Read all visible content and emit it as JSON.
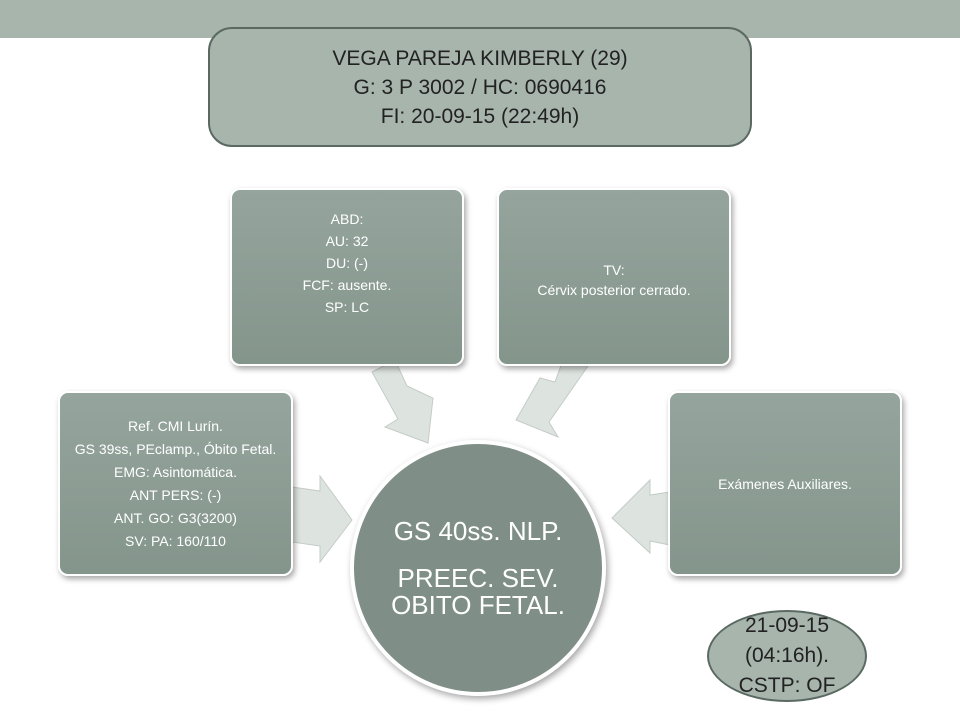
{
  "patient": {
    "name_line": "VEGA PAREJA KIMBERLY (29)",
    "obstetric_line": "G: 3 P 3002 / HC: 0690416",
    "admission_line": "FI: 20-09-15 (22:49h)"
  },
  "center": {
    "line1": "GS 40ss. NLP.",
    "line2": "PREEC. SEV. OBITO FETAL."
  },
  "cards": {
    "referral": [
      "Ref. CMI Lurín.",
      "GS 39ss, PEclamp., Óbito Fetal.",
      "EMG: Asintomática.",
      "ANT PERS: (-)",
      "ANT. GO: G3(3200)",
      "SV: PA: 160/110"
    ],
    "abdomen": [
      "ABD:",
      "AU: 32",
      "DU: (-)",
      "FCF: ausente.",
      "SP: LC"
    ],
    "vaginal_exam": [
      "TV:",
      "Cérvix posterior cerrado."
    ],
    "auxiliary": [
      "Exámenes Auxiliares."
    ]
  },
  "footer_note": {
    "line1": "21-09-15",
    "line2": "(04:16h).",
    "line3": "CSTP: OF"
  },
  "colors": {
    "header_fill": "#a7b5ad",
    "card_fill": "#8c9c94",
    "center_fill": "#7f8f87",
    "arrow_fill": "#dde3df"
  }
}
